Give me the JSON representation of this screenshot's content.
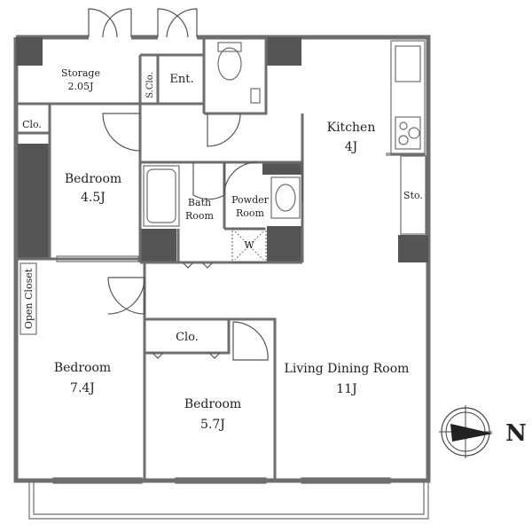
{
  "rooms": {
    "storage": {
      "name": "Storage",
      "size": "2.05J"
    },
    "shoe_closet": "S.Clo.",
    "entrance": "Ent.",
    "closet_1": "Clo.",
    "bedroom_1": {
      "name": "Bedroom",
      "size": "4.5J"
    },
    "bath": {
      "line1": "Bath",
      "line2": "Room"
    },
    "powder": {
      "line1": "Powder",
      "line2": "Room"
    },
    "washer": "W",
    "kitchen": {
      "name": "Kitchen",
      "size": "4J"
    },
    "storage_2": "Sto.",
    "open_closet": "Open Closet",
    "closet_2": "Clo.",
    "bedroom_2": {
      "name": "Bedroom",
      "size": "7.4J"
    },
    "bedroom_3": {
      "name": "Bedroom",
      "size": "5.7J"
    },
    "living": {
      "name": "Living Dining Room",
      "size": "11J"
    }
  },
  "compass": {
    "direction": "N"
  }
}
